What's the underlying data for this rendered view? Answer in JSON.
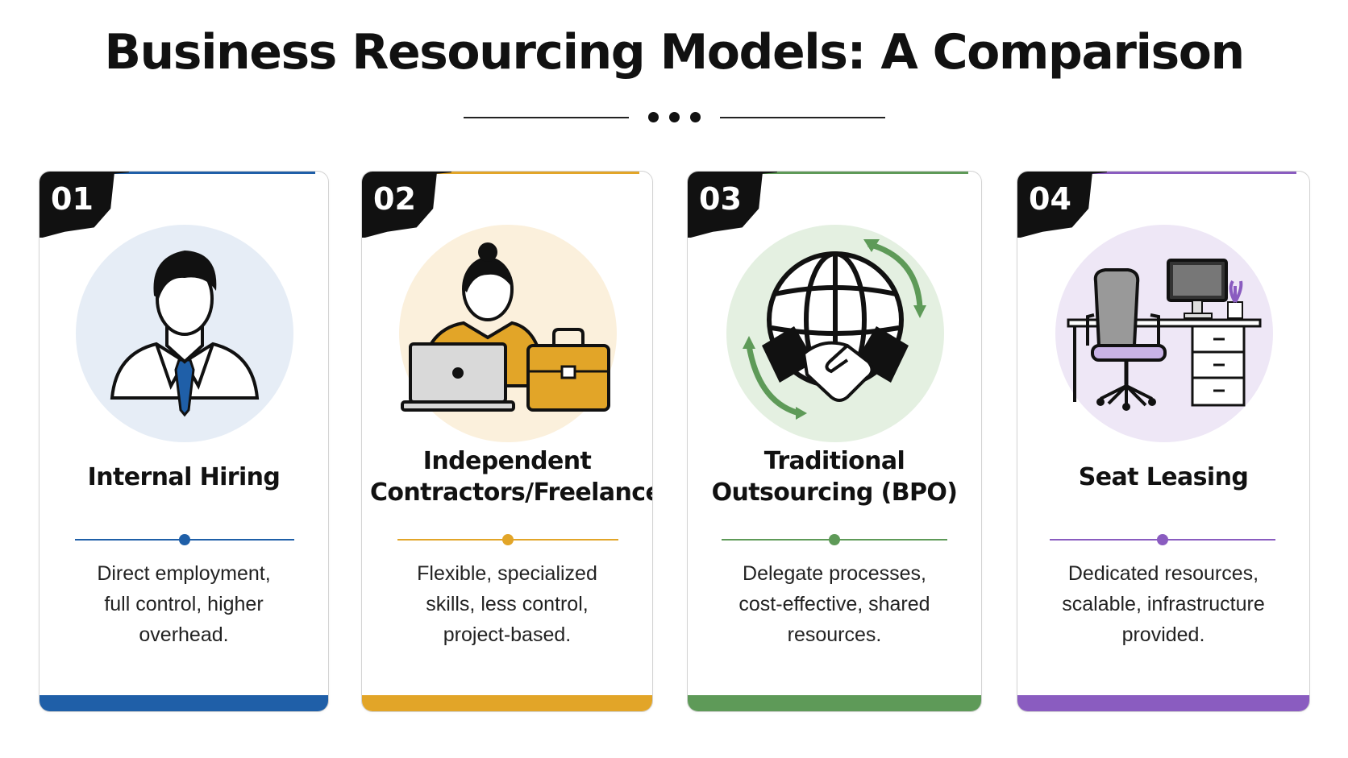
{
  "title": "Business Resourcing Models: A Comparison",
  "cards": [
    {
      "number": "01",
      "title_lines": [
        "Internal Hiring"
      ],
      "description_lines": [
        "Direct employment,",
        "full control, higher",
        "overhead."
      ],
      "accent": "#1f5fa8",
      "circle_bg": "#e6edf6",
      "icon": "businessman-icon"
    },
    {
      "number": "02",
      "title_lines": [
        "Independent",
        "Contractors/Freelancers"
      ],
      "description_lines": [
        "Flexible, specialized",
        "skills, less control,",
        "project-based."
      ],
      "accent": "#e2a528",
      "circle_bg": "#fbf0dc",
      "icon": "freelancer-laptop-briefcase-icon"
    },
    {
      "number": "03",
      "title_lines": [
        "Traditional",
        "Outsourcing (BPO)"
      ],
      "description_lines": [
        "Delegate processes,",
        "cost-effective, shared",
        "resources."
      ],
      "accent": "#5e9a58",
      "circle_bg": "#e4f0e1",
      "icon": "globe-handshake-icon"
    },
    {
      "number": "04",
      "title_lines": [
        "Seat Leasing"
      ],
      "description_lines": [
        "Dedicated resources,",
        "scalable, infrastructure",
        "provided."
      ],
      "accent": "#8a5cc0",
      "circle_bg": "#eee7f6",
      "icon": "office-desk-chair-icon"
    }
  ]
}
